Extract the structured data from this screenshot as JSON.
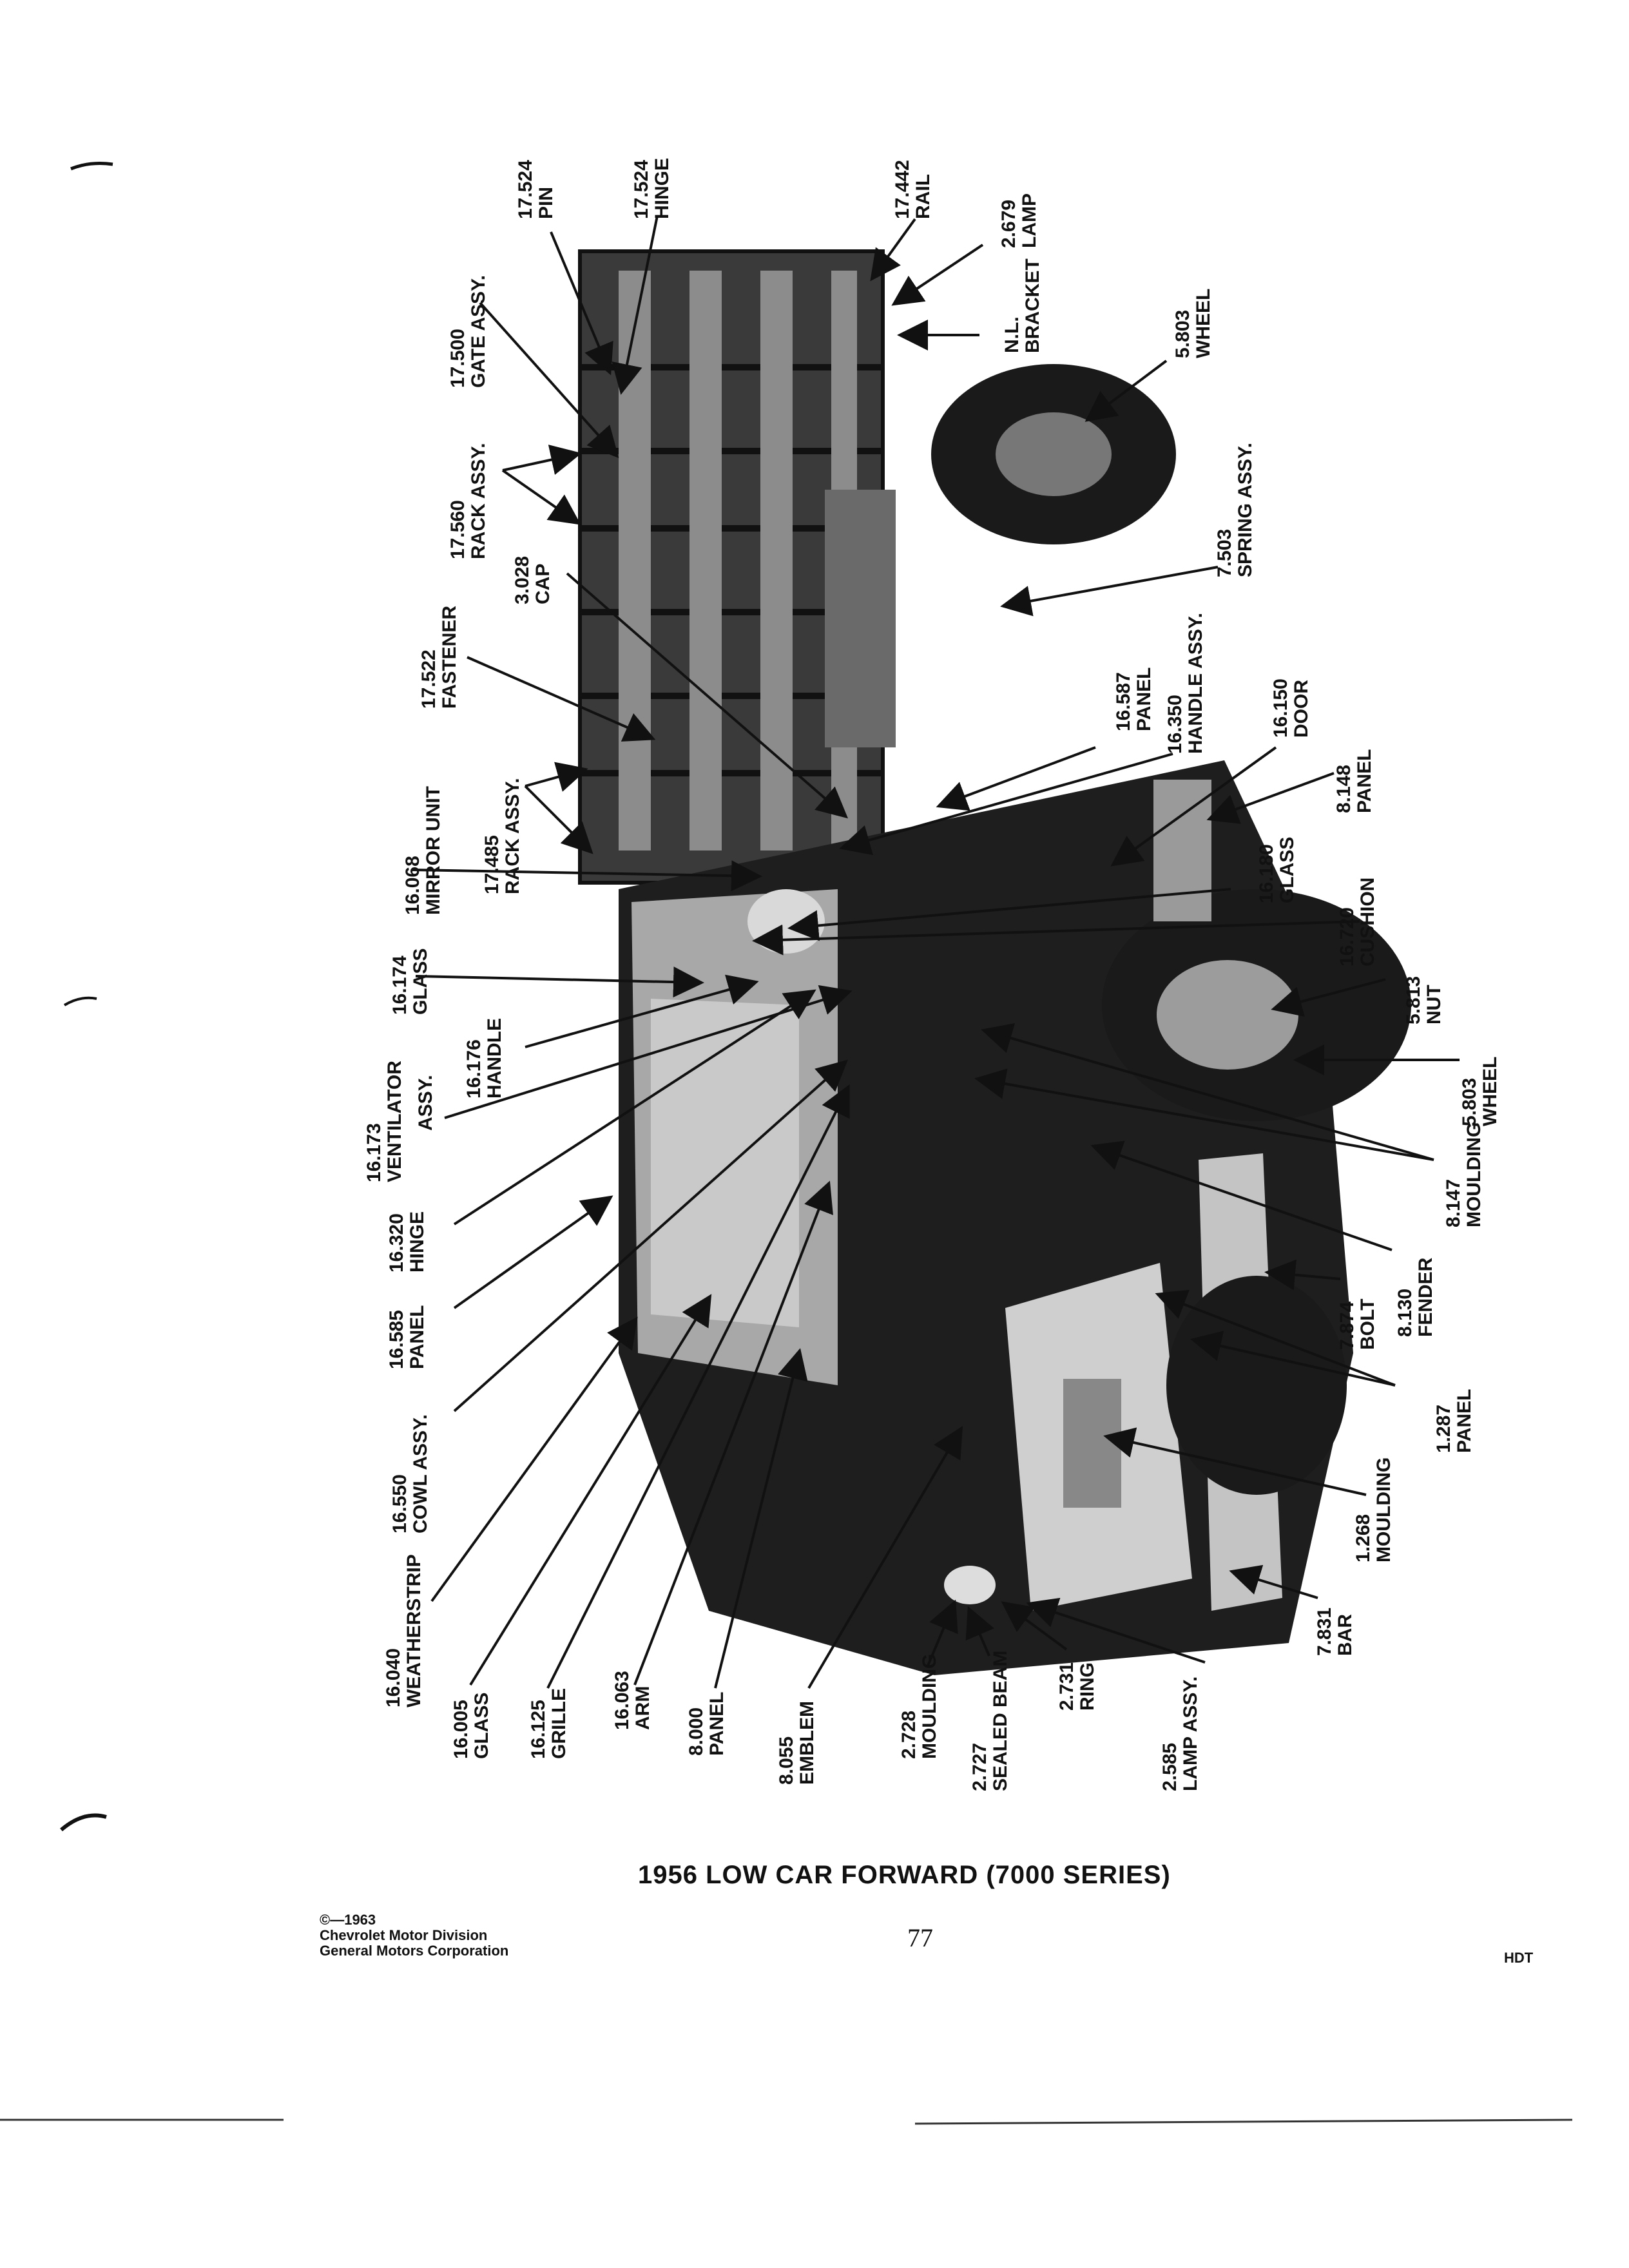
{
  "document": {
    "title": "1956 LOW CAR FORWARD (7000 SERIES)",
    "copyright": [
      "©—1963",
      "Chevrolet Motor Division",
      "General Motors Corporation"
    ],
    "page_number": "77",
    "code": "HDT"
  },
  "callouts": [
    {
      "num": "17.524",
      "name": "PIN"
    },
    {
      "num": "17.524",
      "name": "HINGE"
    },
    {
      "num": "17.442",
      "name": "RAIL"
    },
    {
      "num": "2.679",
      "name": "LAMP"
    },
    {
      "num": "N.L.",
      "name": "BRACKET"
    },
    {
      "num": "5.803",
      "name": "WHEEL"
    },
    {
      "num": "17.500",
      "name": "GATE ASSY."
    },
    {
      "num": "17.560",
      "name": "RACK ASSY."
    },
    {
      "num": "3.028",
      "name": "CAP"
    },
    {
      "num": "7.503",
      "name": "SPRING ASSY."
    },
    {
      "num": "17.522",
      "name": "FASTENER"
    },
    {
      "num": "16.587",
      "name": "PANEL"
    },
    {
      "num": "16.350",
      "name": "HANDLE ASSY."
    },
    {
      "num": "16.150",
      "name": "DOOR"
    },
    {
      "num": "17.485",
      "name": "RACK ASSY."
    },
    {
      "num": "8.148",
      "name": "PANEL"
    },
    {
      "num": "16.068",
      "name": "MIRROR UNIT"
    },
    {
      "num": "16.180",
      "name": "GLASS"
    },
    {
      "num": "16.174",
      "name": "GLASS"
    },
    {
      "num": "16.720",
      "name": "CUSHION"
    },
    {
      "num": "16.176",
      "name": "HANDLE"
    },
    {
      "num": "5.813",
      "name": "NUT"
    },
    {
      "num": "16.173",
      "name": "VENTILATOR"
    },
    {
      "num": "",
      "name": "ASSY."
    },
    {
      "num": "5.803",
      "name": "WHEEL"
    },
    {
      "num": "16.320",
      "name": "HINGE"
    },
    {
      "num": "8.147",
      "name": "MOULDING"
    },
    {
      "num": "16.585",
      "name": "PANEL"
    },
    {
      "num": "8.130",
      "name": "FENDER"
    },
    {
      "num": "7.874",
      "name": "BOLT"
    },
    {
      "num": "16.550",
      "name": "COWL ASSY."
    },
    {
      "num": "1.287",
      "name": "PANEL"
    },
    {
      "num": "1.268",
      "name": "MOULDING"
    },
    {
      "num": "16.040",
      "name": "WEATHERSTRIP"
    },
    {
      "num": "7.831",
      "name": "BAR"
    },
    {
      "num": "16.005",
      "name": "GLASS"
    },
    {
      "num": "16.125",
      "name": "GRILLE"
    },
    {
      "num": "16.063",
      "name": "ARM"
    },
    {
      "num": "8.000",
      "name": "PANEL"
    },
    {
      "num": "8.055",
      "name": "EMBLEM"
    },
    {
      "num": "2.728",
      "name": "MOULDING"
    },
    {
      "num": "2.727",
      "name": "SEALED BEAM"
    },
    {
      "num": "2.731",
      "name": "RING"
    },
    {
      "num": "2.585",
      "name": "LAMP ASSY."
    }
  ]
}
